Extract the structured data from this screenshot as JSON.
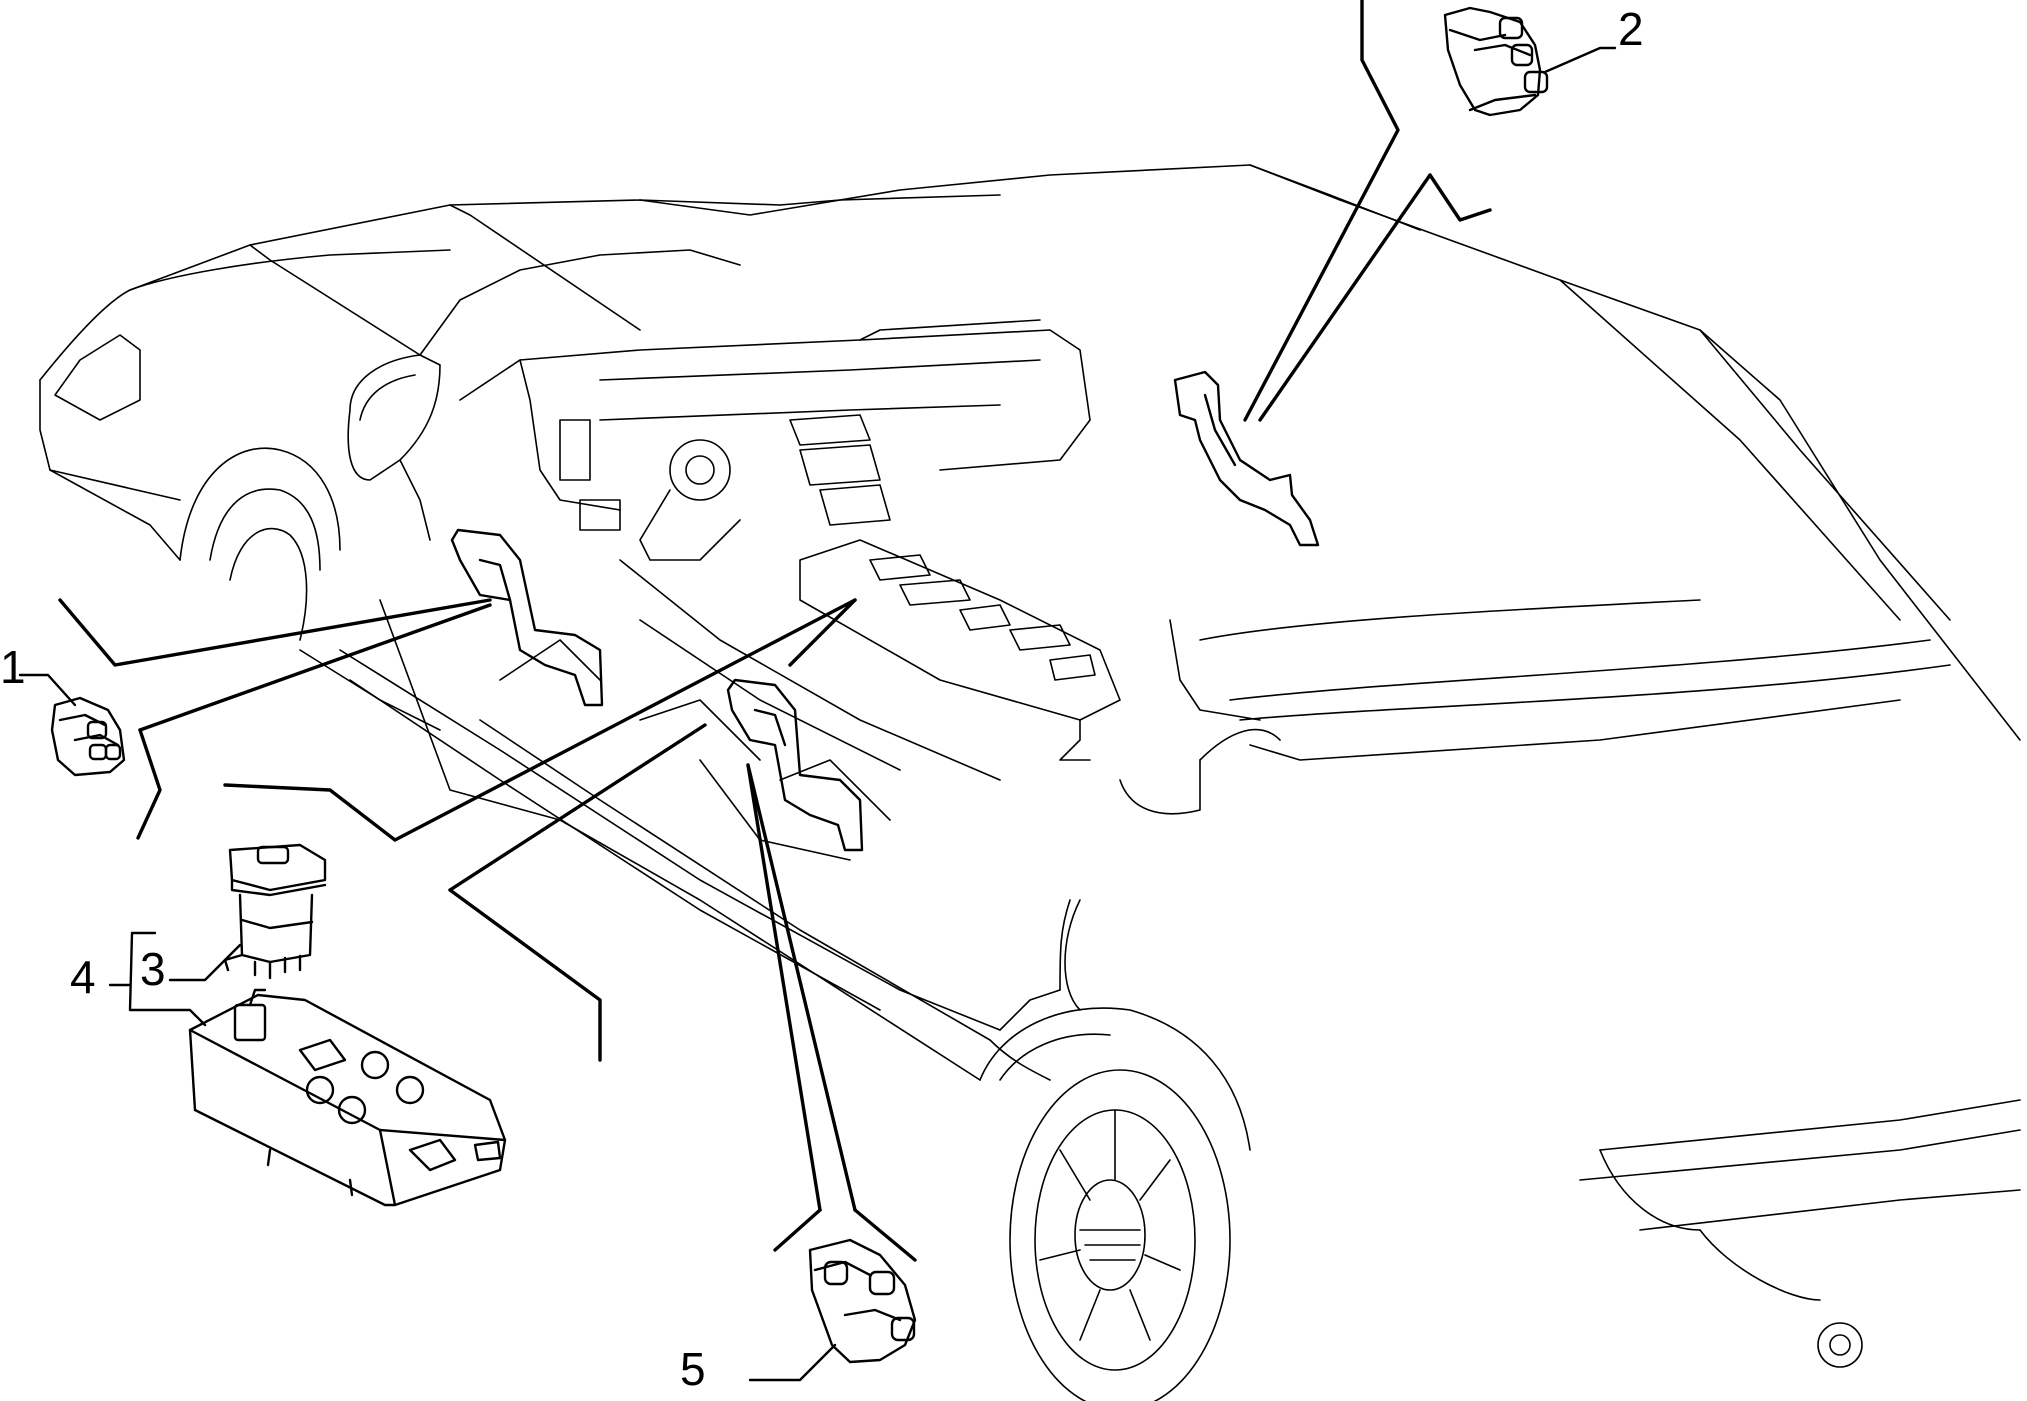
{
  "diagram": {
    "callouts": [
      {
        "id": "1",
        "label": "1"
      },
      {
        "id": "2",
        "label": "2"
      },
      {
        "id": "3",
        "label": "3"
      },
      {
        "id": "4",
        "label": "4"
      },
      {
        "id": "5",
        "label": "5"
      }
    ],
    "parts": [
      {
        "callout": "1",
        "icon": "window-switch-icon"
      },
      {
        "callout": "2",
        "icon": "window-switch-icon"
      },
      {
        "callout": "3",
        "icon": "relay-switch-icon"
      },
      {
        "callout": "4",
        "icon": "switch-panel-icon"
      },
      {
        "callout": "5",
        "icon": "window-switch-icon"
      }
    ],
    "colors": {
      "ink": "#000000",
      "background": "#ffffff"
    }
  }
}
